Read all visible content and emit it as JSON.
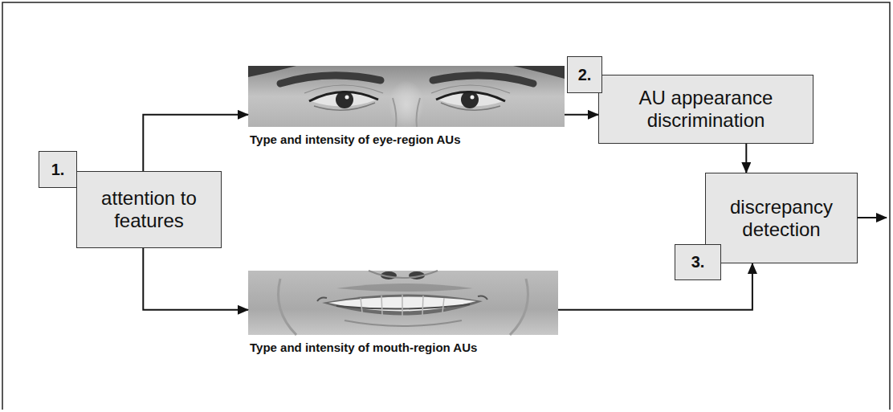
{
  "diagram": {
    "nodes": [
      {
        "text": [
          "1."
        ]
      },
      {
        "text": [
          "attention to features"
        ]
      },
      {
        "text": [
          "Type and intensity of eye-region AUs"
        ]
      },
      {
        "text": [
          "Type and intensity of mouth-region AUs"
        ]
      },
      {
        "text": [
          "2."
        ]
      },
      {
        "text": [
          "AU appearance discrimination"
        ]
      },
      {
        "text": [
          "discrepancy detection"
        ]
      },
      {
        "text": [
          "3."
        ]
      }
    ],
    "edges": [
      {
        "from": 1,
        "to": 2,
        "arrow": "to"
      },
      {
        "from": 1,
        "to": 3,
        "arrow": "to"
      },
      {
        "from": 2,
        "to": 5,
        "arrow": "to"
      },
      {
        "from": 5,
        "to": 6,
        "arrow": "to"
      },
      {
        "from": 3,
        "to": 6,
        "arrow": "to"
      }
    ]
  }
}
